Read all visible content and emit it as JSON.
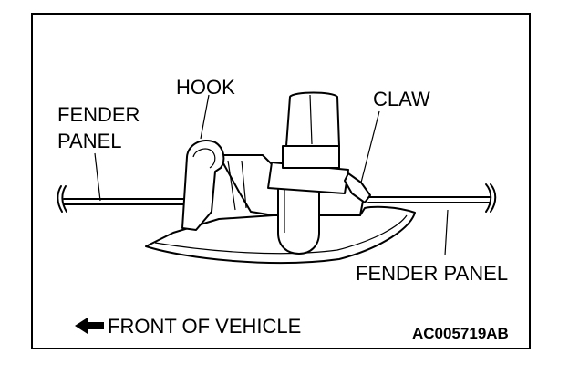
{
  "labels": {
    "hook": "HOOK",
    "claw": "CLAW",
    "fender_panel_left_line1": "FENDER",
    "fender_panel_left_line2": "PANEL",
    "fender_panel_right": "FENDER PANEL",
    "front_of_vehicle": "FRONT OF VEHICLE",
    "figure_code": "AC005719AB"
  },
  "icons": {
    "direction_arrow": "left-arrow-icon"
  }
}
